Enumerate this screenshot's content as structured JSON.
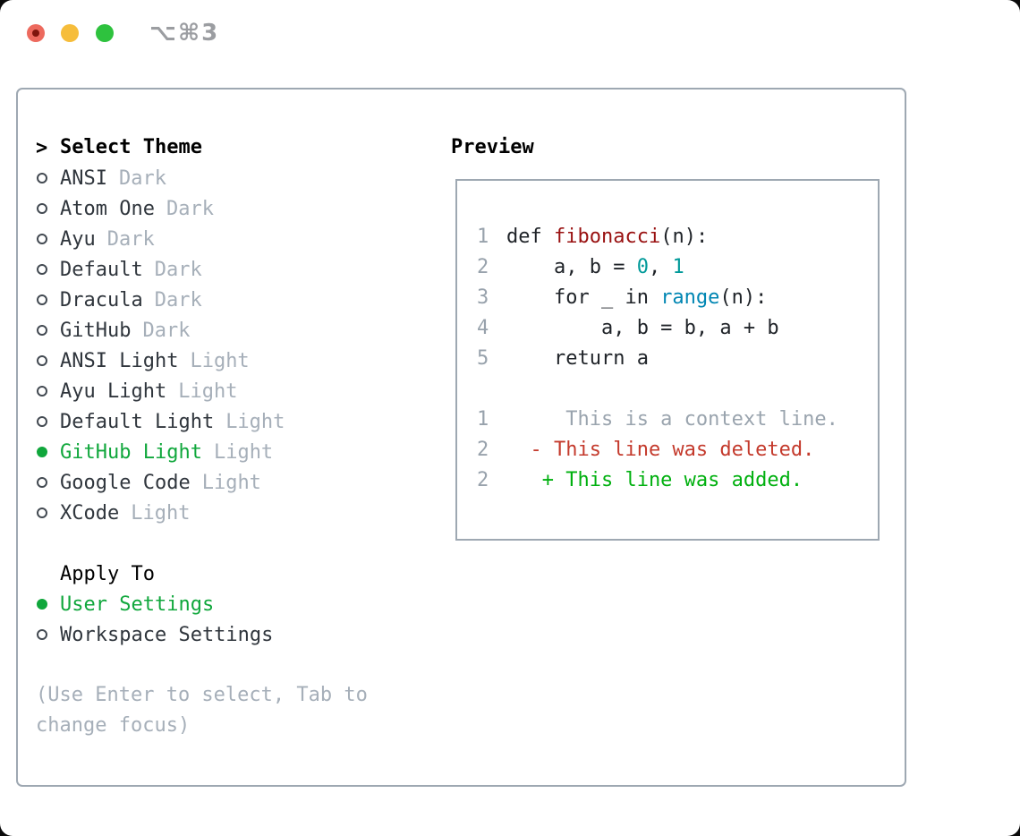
{
  "titlebar": {
    "title": "⌥⌘3",
    "icons": [
      "close-icon",
      "minimize-icon",
      "zoom-icon"
    ]
  },
  "colors": {
    "accent_green": "#10a73c",
    "border_gray": "#9ea8b2",
    "dim_text": "#a6afb9",
    "syntax_function_red": "#991111",
    "syntax_number_teal": "#009999",
    "syntax_builtin_blue": "#0086b3",
    "diff_deleted_red": "#c43a2c",
    "diff_added_green": "#00b00f"
  },
  "theme_panel": {
    "header_marker": ">",
    "header": "Select Theme",
    "items": [
      {
        "name": "ANSI",
        "tag": "Dark",
        "selected": false
      },
      {
        "name": "Atom One",
        "tag": "Dark",
        "selected": false
      },
      {
        "name": "Ayu",
        "tag": "Dark",
        "selected": false
      },
      {
        "name": "Default",
        "tag": "Dark",
        "selected": false
      },
      {
        "name": "Dracula",
        "tag": "Dark",
        "selected": false
      },
      {
        "name": "GitHub",
        "tag": "Dark",
        "selected": false
      },
      {
        "name": "ANSI Light",
        "tag": "Light",
        "selected": false
      },
      {
        "name": "Ayu Light",
        "tag": "Light",
        "selected": false
      },
      {
        "name": "Default Light",
        "tag": "Light",
        "selected": false
      },
      {
        "name": "GitHub Light",
        "tag": "Light",
        "selected": true
      },
      {
        "name": "Google Code",
        "tag": "Light",
        "selected": false
      },
      {
        "name": "XCode",
        "tag": "Light",
        "selected": false
      }
    ]
  },
  "apply_to": {
    "header": "Apply To",
    "options": [
      {
        "label": "User Settings",
        "selected": true
      },
      {
        "label": "Workspace Settings",
        "selected": false
      }
    ]
  },
  "help": {
    "text": "(Use Enter to select, Tab to change focus)"
  },
  "preview": {
    "title": "Preview",
    "code_lines": [
      {
        "num": "1",
        "s0": "def ",
        "s1": "fibonacci",
        "s2": "(n):"
      },
      {
        "num": "2",
        "s0": "    a, b = ",
        "s1": "0",
        "s2": ", ",
        "s3": "1"
      },
      {
        "num": "3",
        "s0": "    for _ in ",
        "s1": "range",
        "s2": "(n):"
      },
      {
        "num": "4",
        "s0": "        a, b = b, a + b"
      },
      {
        "num": "5",
        "s0": "    return a"
      }
    ],
    "diff_lines": [
      {
        "num": "1",
        "text": "     This is a context line."
      },
      {
        "num": "2",
        "text": "  - This line was deleted."
      },
      {
        "num": "2",
        "text": "   + This line was added."
      }
    ]
  }
}
